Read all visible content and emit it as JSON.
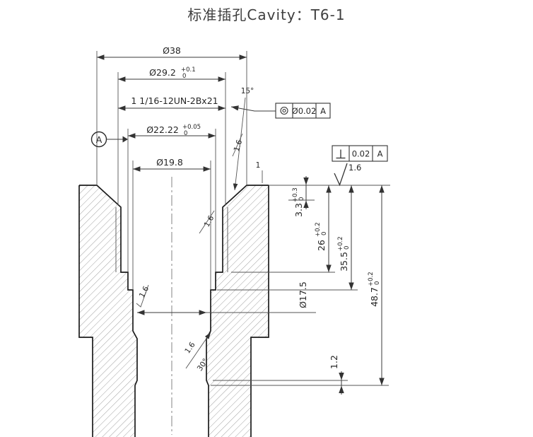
{
  "title": "标准插孔Cavity：T6-1",
  "dims": {
    "d38": "Ø38",
    "d292": {
      "v": "Ø29.2",
      "up": "+0.1",
      "dn": "0"
    },
    "thread": "1 1/16-12UN-2Bx21",
    "d2222": {
      "v": "Ø22.22",
      "up": "+0.05",
      "dn": "0"
    },
    "d198": "Ø19.8",
    "angle15": "15°",
    "small1": "1",
    "d33": {
      "v": "3.3",
      "up": "+0.3",
      "dn": "0"
    },
    "d26": {
      "v": "26",
      "up": "+0.2",
      "dn": "0"
    },
    "d355": {
      "v": "35.5",
      "up": "+0.2",
      "dn": "0"
    },
    "d487": {
      "v": "48.7",
      "up": "+0.2",
      "dn": "0"
    },
    "d175": "Ø17.5",
    "d12": "1.2",
    "angle30": "30°"
  },
  "datum": {
    "label": "A"
  },
  "fcf": {
    "concentricity": {
      "tolerance": "Ø0.02",
      "datum": "A"
    },
    "perpendicularity": {
      "tolerance": "0.02",
      "datum": "A"
    }
  },
  "roughness": {
    "face": "1.6",
    "taper": "1.6",
    "thread_chamfer": "1.6",
    "bore": "1.6",
    "bottom_chamfer": "1.6"
  }
}
